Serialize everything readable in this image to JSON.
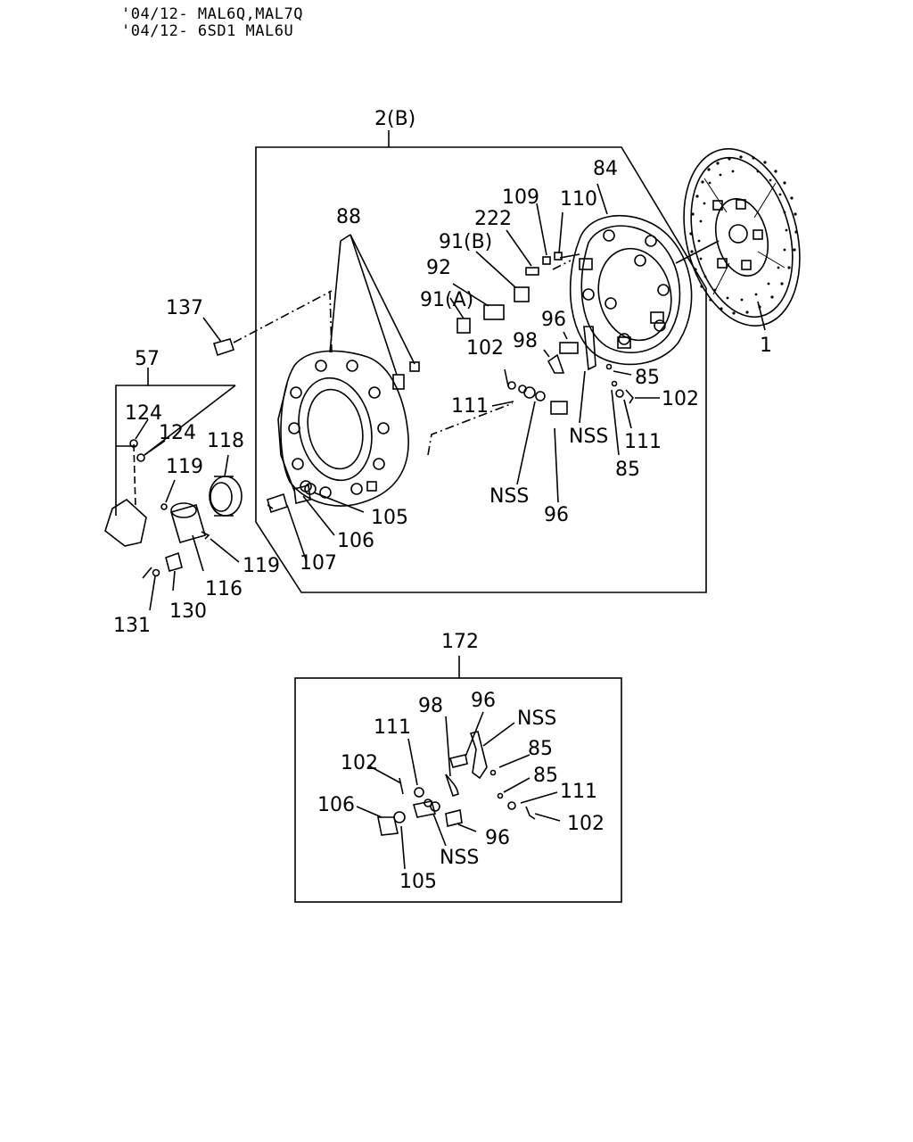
{
  "header": {
    "line1": "'04/12- MAL6Q,MAL7Q",
    "line2": "'04/12- 6SD1 MAL6U"
  },
  "callouts": {
    "c_2b": "2(B)",
    "c_84": "84",
    "c_1": "1",
    "c_88": "88",
    "c_109": "109",
    "c_110": "110",
    "c_222": "222",
    "c_91b": "91(B)",
    "c_92": "92",
    "c_91a": "91(A)",
    "c_96a": "96",
    "c_98a": "98",
    "c_102a": "102",
    "c_85a": "85",
    "c_102b": "102",
    "c_111a": "111",
    "c_111b": "111",
    "c_85b": "85",
    "c_nss1": "NSS",
    "c_nss2": "NSS",
    "c_96b": "96",
    "c_137": "137",
    "c_57": "57",
    "c_124a": "124",
    "c_124b": "124",
    "c_118": "118",
    "c_119a": "119",
    "c_119b": "119",
    "c_105": "105",
    "c_106": "106",
    "c_107": "107",
    "c_116": "116",
    "c_130": "130",
    "c_131": "131",
    "c_172": "172",
    "d_98": "98",
    "d_96a": "96",
    "d_nss1": "NSS",
    "d_111a": "111",
    "d_85a": "85",
    "d_102a": "102",
    "d_85b": "85",
    "d_111b": "111",
    "d_106": "106",
    "d_102b": "102",
    "d_96b": "96",
    "d_nss2": "NSS",
    "d_105": "105"
  }
}
